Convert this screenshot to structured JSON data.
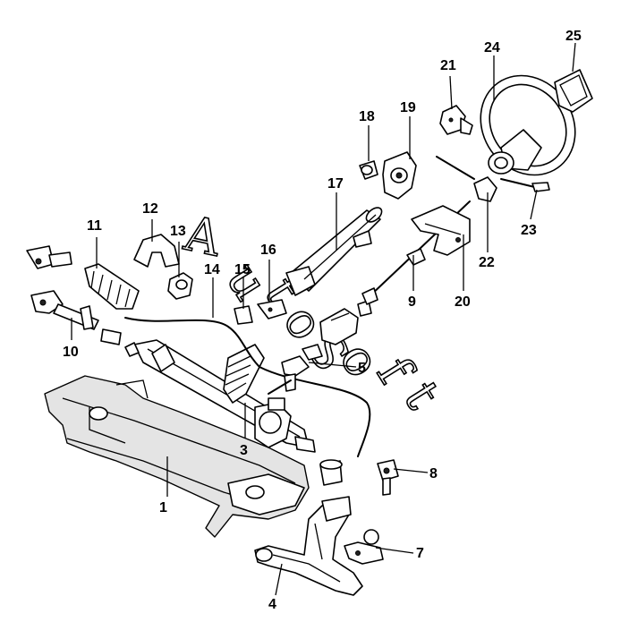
{
  "watermark": {
    "letters": [
      "A",
      "u",
      "t",
      "o",
      "S",
      "o",
      "f",
      "t"
    ]
  },
  "callouts": {
    "c1": "1",
    "c3": "3",
    "c4": "4",
    "c5": "5",
    "c7": "7",
    "c8": "8",
    "c9": "9",
    "c10": "10",
    "c11": "11",
    "c12": "12",
    "c13": "13",
    "c14": "14",
    "c15": "15",
    "c16": "16",
    "c17": "17",
    "c18": "18",
    "c19": "19",
    "c20": "20",
    "c21": "21",
    "c22": "22",
    "c23": "23",
    "c24": "24",
    "c25": "25"
  }
}
